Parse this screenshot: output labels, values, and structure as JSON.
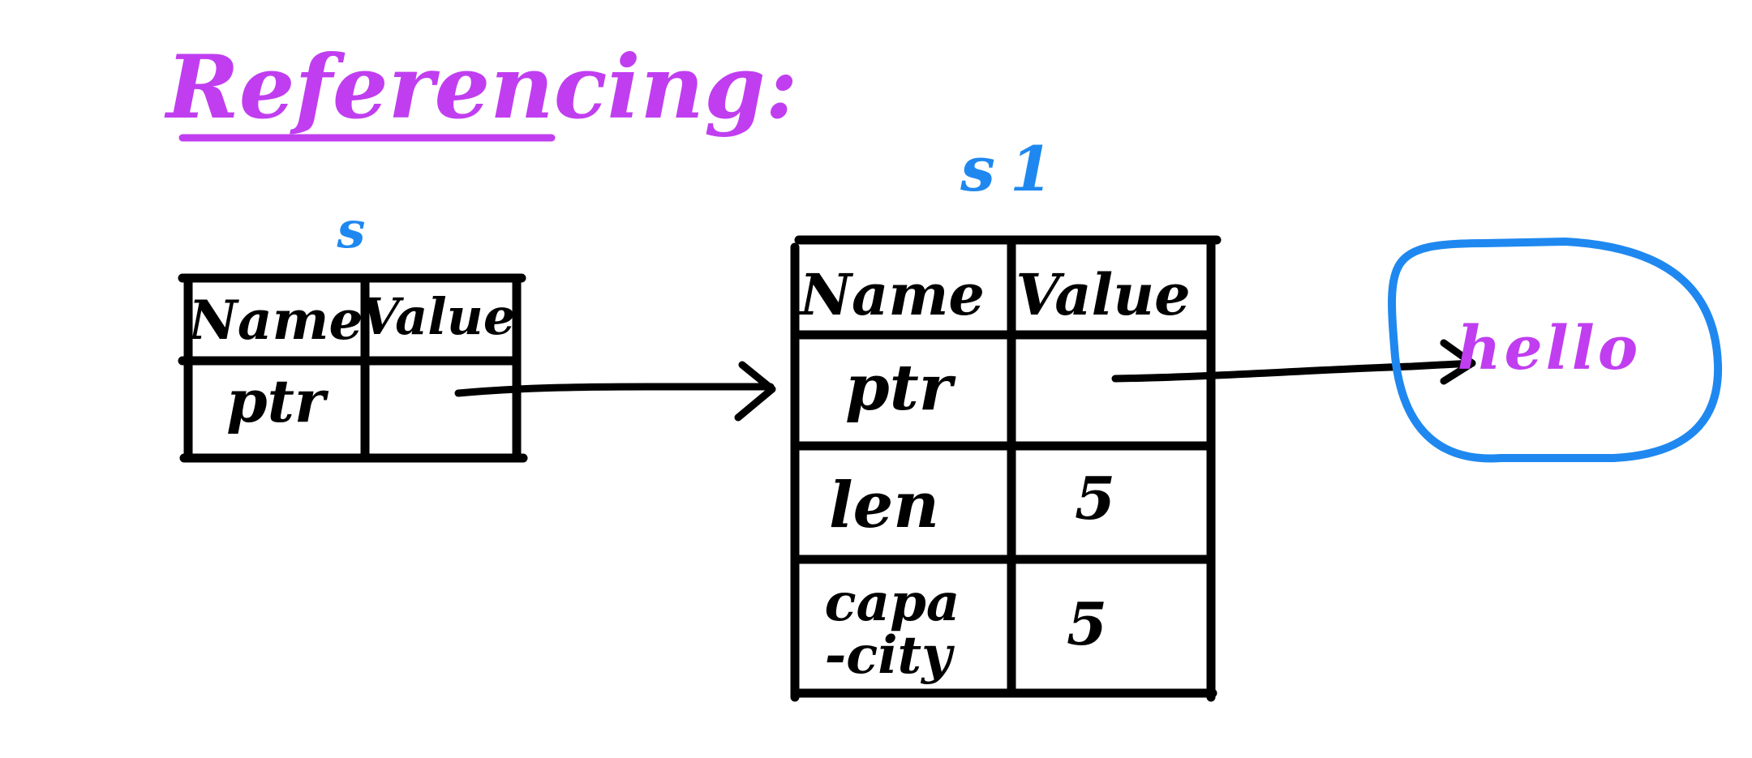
{
  "title": "Referencing:",
  "colors": {
    "title": "#c03ef0",
    "label": "#1f88f0",
    "ink": "#000000",
    "heap_circle": "#1f88f0",
    "heap_text": "#c03ef0"
  },
  "stack_s": {
    "label": "s",
    "header": {
      "name": "Name",
      "value": "Value"
    },
    "rows": [
      {
        "name": "ptr",
        "value": ""
      }
    ]
  },
  "stack_s1": {
    "label": "s1",
    "header": {
      "name": "Name",
      "value": "Value"
    },
    "rows": [
      {
        "name": "ptr",
        "value": ""
      },
      {
        "name": "len",
        "value": "5"
      },
      {
        "name_line1": "capa",
        "name_line2": "-city",
        "value": "5"
      }
    ]
  },
  "heap": {
    "text": "hello"
  }
}
